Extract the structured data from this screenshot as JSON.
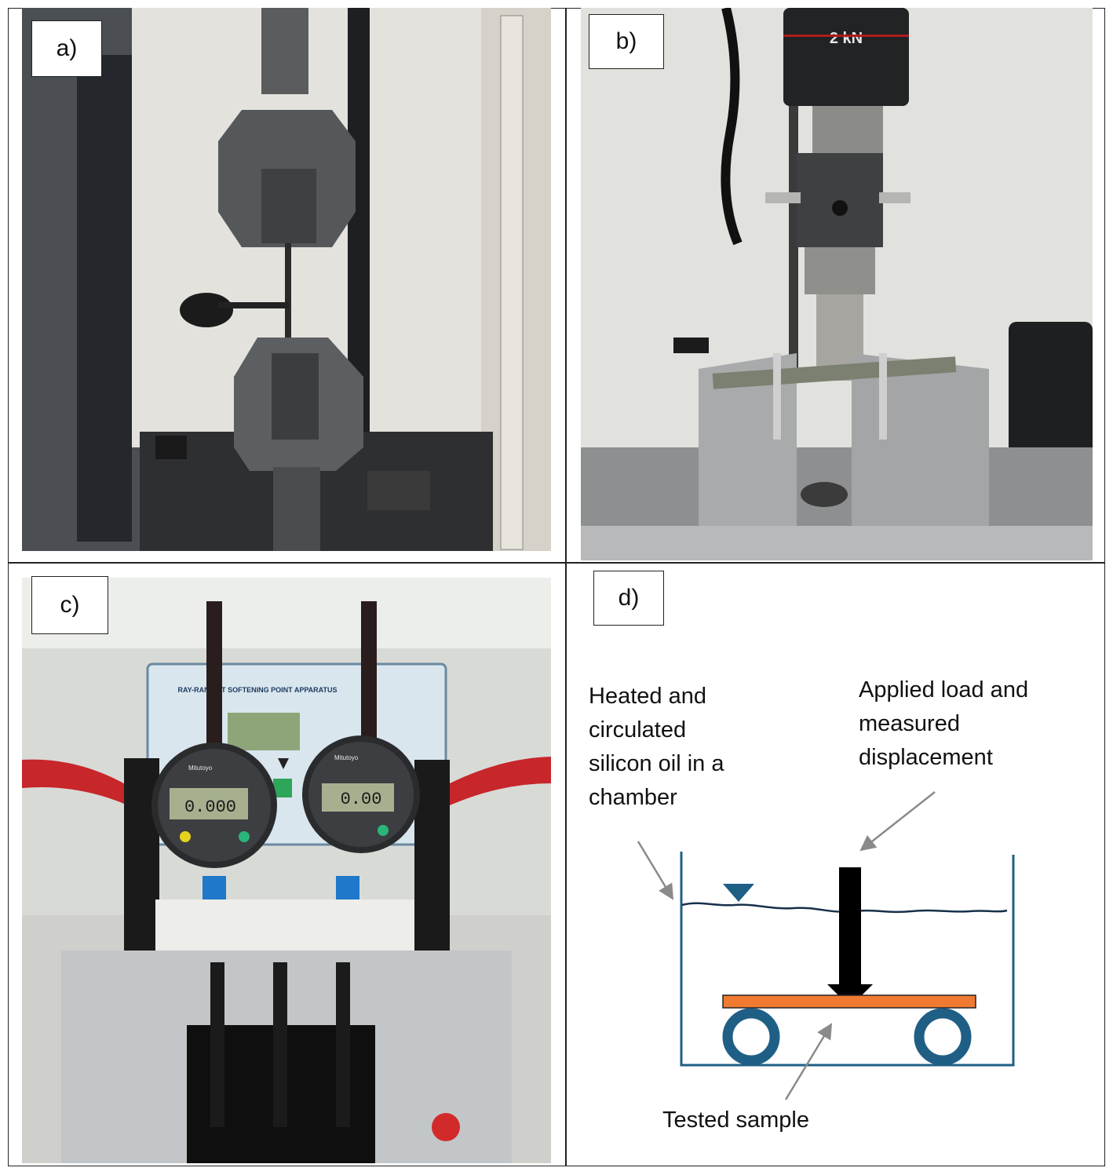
{
  "panels": {
    "a": {
      "label": "a)"
    },
    "b": {
      "label": "b)",
      "load_cell_text": "2 kN"
    },
    "c": {
      "label": "c)",
      "apparatus_text": "RAY-RAN HDT SOFTENING POINT APPARATUS",
      "gauge_brand": "Mitutoyo",
      "gauge_left_reading": "0.000",
      "gauge_right_reading": "0.00"
    },
    "d": {
      "label": "d)",
      "oil_note": "Heated and\ncirculated\nsilicon oil in a\nchamber",
      "load_note": "Applied load and\nmeasured\ndisplacement",
      "sample_note": "Tested sample"
    }
  },
  "colors": {
    "chamber": "#1f5f86",
    "sample": "#f07a32",
    "support": "#1f5f86",
    "arrow": "#000000",
    "leader": "#8a8a8a"
  }
}
